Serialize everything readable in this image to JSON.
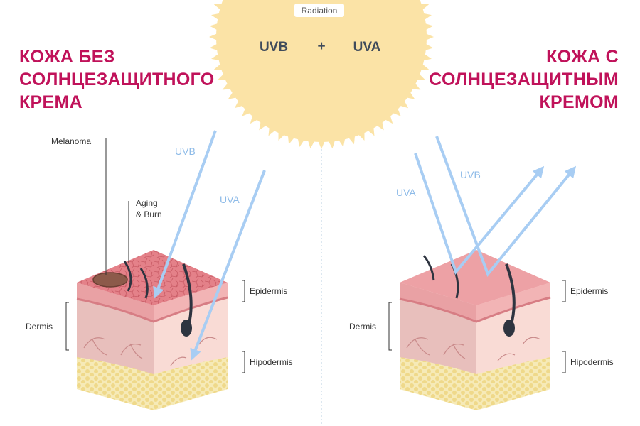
{
  "colors": {
    "sun": "#fbe3a6",
    "sun_ray": "#fbe3a6",
    "heading": "#c0125a",
    "arrow": "#a8cdf3",
    "epidermis_top": "#e98d94",
    "dermis": "#f5d2cc",
    "hypodermis": "#f6eab7",
    "label_text": "#333333"
  },
  "sun": {
    "badge": "Radiation",
    "uvb": "UVB",
    "plus": "+",
    "uva": "UVA"
  },
  "left": {
    "heading_lines": [
      "КОЖА БЕЗ",
      "СОЛНЦЕЗАЩИТНОГО",
      "КРЕМА"
    ],
    "uvb": "UVB",
    "uva": "UVA",
    "melanoma": "Melanoma",
    "aging_line1": "Aging",
    "aging_line2": "& Burn",
    "epidermis": "Epidermis",
    "dermis": "Dermis",
    "hypodermis": "Hipodermis"
  },
  "right": {
    "heading_lines": [
      "КОЖА С",
      "СОЛНЦЕЗАЩИТНЫМ",
      "КРЕМОМ"
    ],
    "uva": "UVA",
    "uvb": "UVB",
    "epidermis": "Epidermis",
    "dermis": "Dermis",
    "hypodermis": "Hipodermis"
  }
}
